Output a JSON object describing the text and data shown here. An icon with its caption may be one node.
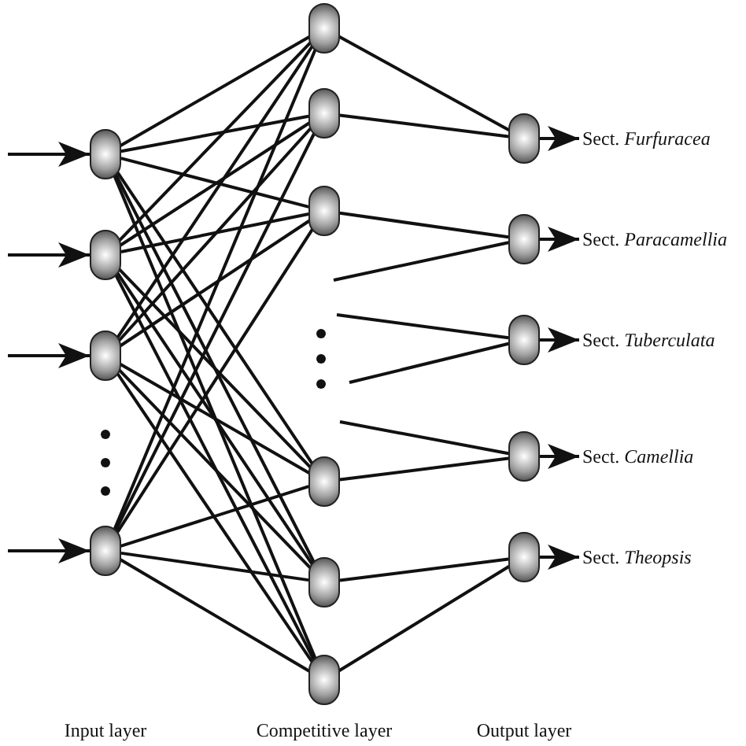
{
  "diagram": {
    "nodes": [
      {
        "text": [],
        "shape": "circle"
      },
      {
        "text": [],
        "shape": "circle"
      },
      {
        "text": [],
        "shape": "circle"
      },
      {
        "text": [],
        "shape": "circle"
      },
      {
        "text": [],
        "shape": "circle"
      },
      {
        "text": [],
        "shape": "circle"
      },
      {
        "text": [],
        "shape": "circle"
      },
      {
        "text": [],
        "shape": "circle"
      },
      {
        "text": [],
        "shape": "circle"
      },
      {
        "text": [],
        "shape": "circle"
      },
      {
        "text": [],
        "shape": "circle"
      },
      {
        "text": [],
        "shape": "circle"
      },
      {
        "text": [],
        "shape": "circle"
      },
      {
        "text": [],
        "shape": "circle"
      },
      {
        "text": [],
        "shape": "circle"
      },
      {
        "text": [
          "Sect. *Furfuracea*"
        ]
      },
      {
        "text": [
          "Sect. *Paracamellia*"
        ]
      },
      {
        "text": [
          "Sect. *Tuberculata*"
        ]
      },
      {
        "text": [
          "Sect. *Camellia*"
        ]
      },
      {
        "text": [
          "Sect. *Theopsis*"
        ]
      }
    ],
    "edges": [
      {
        "from": null,
        "to": 0,
        "arrow": "to"
      },
      {
        "from": null,
        "to": 1,
        "arrow": "to"
      },
      {
        "from": null,
        "to": 2,
        "arrow": "to"
      },
      {
        "from": null,
        "to": 3,
        "arrow": "to"
      },
      {
        "from": 0,
        "to": 4,
        "arrow": "none"
      },
      {
        "from": 0,
        "to": 5,
        "arrow": "none"
      },
      {
        "from": 0,
        "to": 6,
        "arrow": "none"
      },
      {
        "from": 0,
        "to": 7,
        "arrow": "none"
      },
      {
        "from": 0,
        "to": 8,
        "arrow": "none"
      },
      {
        "from": 0,
        "to": 9,
        "arrow": "none"
      },
      {
        "from": 1,
        "to": 4,
        "arrow": "none"
      },
      {
        "from": 1,
        "to": 5,
        "arrow": "none"
      },
      {
        "from": 1,
        "to": 6,
        "arrow": "none"
      },
      {
        "from": 1,
        "to": 7,
        "arrow": "none"
      },
      {
        "from": 1,
        "to": 8,
        "arrow": "none"
      },
      {
        "from": 1,
        "to": 9,
        "arrow": "none"
      },
      {
        "from": 2,
        "to": 4,
        "arrow": "none"
      },
      {
        "from": 2,
        "to": 5,
        "arrow": "none"
      },
      {
        "from": 2,
        "to": 6,
        "arrow": "none"
      },
      {
        "from": 2,
        "to": 7,
        "arrow": "none"
      },
      {
        "from": 2,
        "to": 8,
        "arrow": "none"
      },
      {
        "from": 2,
        "to": 9,
        "arrow": "none"
      },
      {
        "from": 3,
        "to": 4,
        "arrow": "none"
      },
      {
        "from": 3,
        "to": 5,
        "arrow": "none"
      },
      {
        "from": 3,
        "to": 6,
        "arrow": "none"
      },
      {
        "from": 3,
        "to": 7,
        "arrow": "none"
      },
      {
        "from": 3,
        "to": 8,
        "arrow": "none"
      },
      {
        "from": 3,
        "to": 9,
        "arrow": "none"
      },
      {
        "from": 4,
        "to": 10,
        "arrow": "none"
      },
      {
        "from": 5,
        "to": 10,
        "arrow": "none"
      },
      {
        "from": 6,
        "to": 11,
        "arrow": "none"
      },
      {
        "from": null,
        "to": 11,
        "arrow": "none"
      },
      {
        "from": null,
        "to": 12,
        "arrow": "none"
      },
      {
        "from": null,
        "to": 12,
        "arrow": "none"
      },
      {
        "from": null,
        "to": 13,
        "arrow": "none"
      },
      {
        "from": 7,
        "to": 13,
        "arrow": "none"
      },
      {
        "from": 8,
        "to": 14,
        "arrow": "none"
      },
      {
        "from": 9,
        "to": 14,
        "arrow": "none"
      },
      {
        "from": 10,
        "to": 15,
        "arrow": "to"
      },
      {
        "from": 11,
        "to": 16,
        "arrow": "to"
      },
      {
        "from": 12,
        "to": 17,
        "arrow": "to"
      },
      {
        "from": 13,
        "to": 18,
        "arrow": "to"
      },
      {
        "from": 14,
        "to": 19,
        "arrow": "to"
      }
    ],
    "labels": [
      "Input layer",
      "Competitive layer",
      "Output layer"
    ]
  }
}
